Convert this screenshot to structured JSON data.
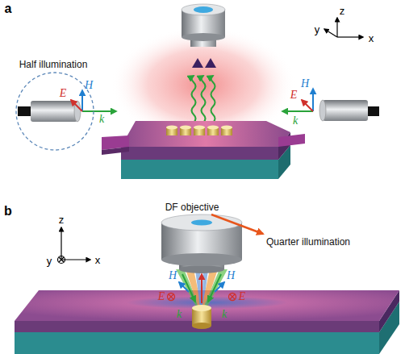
{
  "diagram": {
    "nodes": [
      {
        "text": [
          "Half illumination",
          "E",
          "H",
          "k"
        ]
      }
    ],
    "labels": [
      "a",
      "z",
      "y",
      "x",
      "H",
      "E",
      "k",
      "b",
      "z",
      "y",
      "x",
      "DF objective",
      "Quarter illumination",
      "H",
      "H",
      "E",
      "E",
      "k",
      "k"
    ]
  }
}
